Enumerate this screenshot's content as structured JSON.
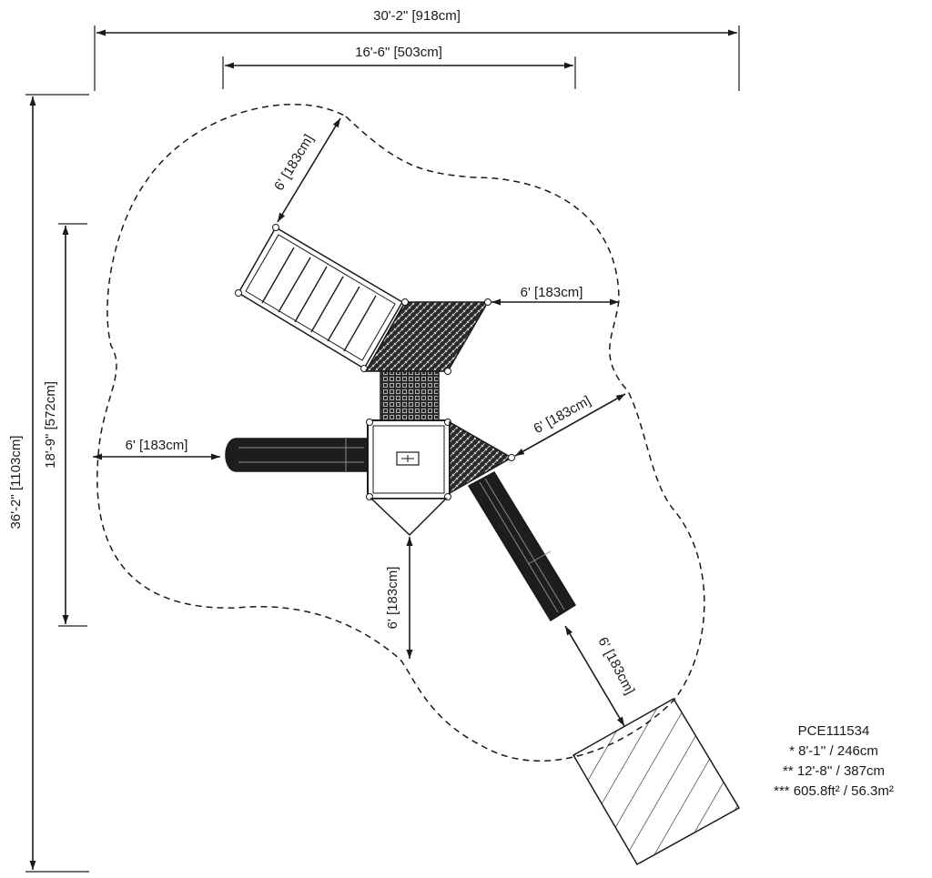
{
  "dimensions": {
    "overall_width": "30'-2\" [918cm]",
    "structure_width": "16'-6\" [503cm]",
    "overall_depth": "36'-2\" [1103cm]",
    "structure_depth": "18'-9\" [572cm]"
  },
  "clearances": {
    "ladder": "6' [183cm]",
    "deck_right": "6' [183cm]",
    "slide_left": "6' [183cm]",
    "triangle_deck": "6' [183cm]",
    "bottom": "6' [183cm]",
    "slide_exit": "6' [183cm]"
  },
  "notes": {
    "model": "PCE111534",
    "fall_height": "* 8'-1'' / 246cm",
    "max_height": "** 12'-8'' / 387cm",
    "use_zone_area": "*** 605.8ft² / 56.3m²"
  }
}
